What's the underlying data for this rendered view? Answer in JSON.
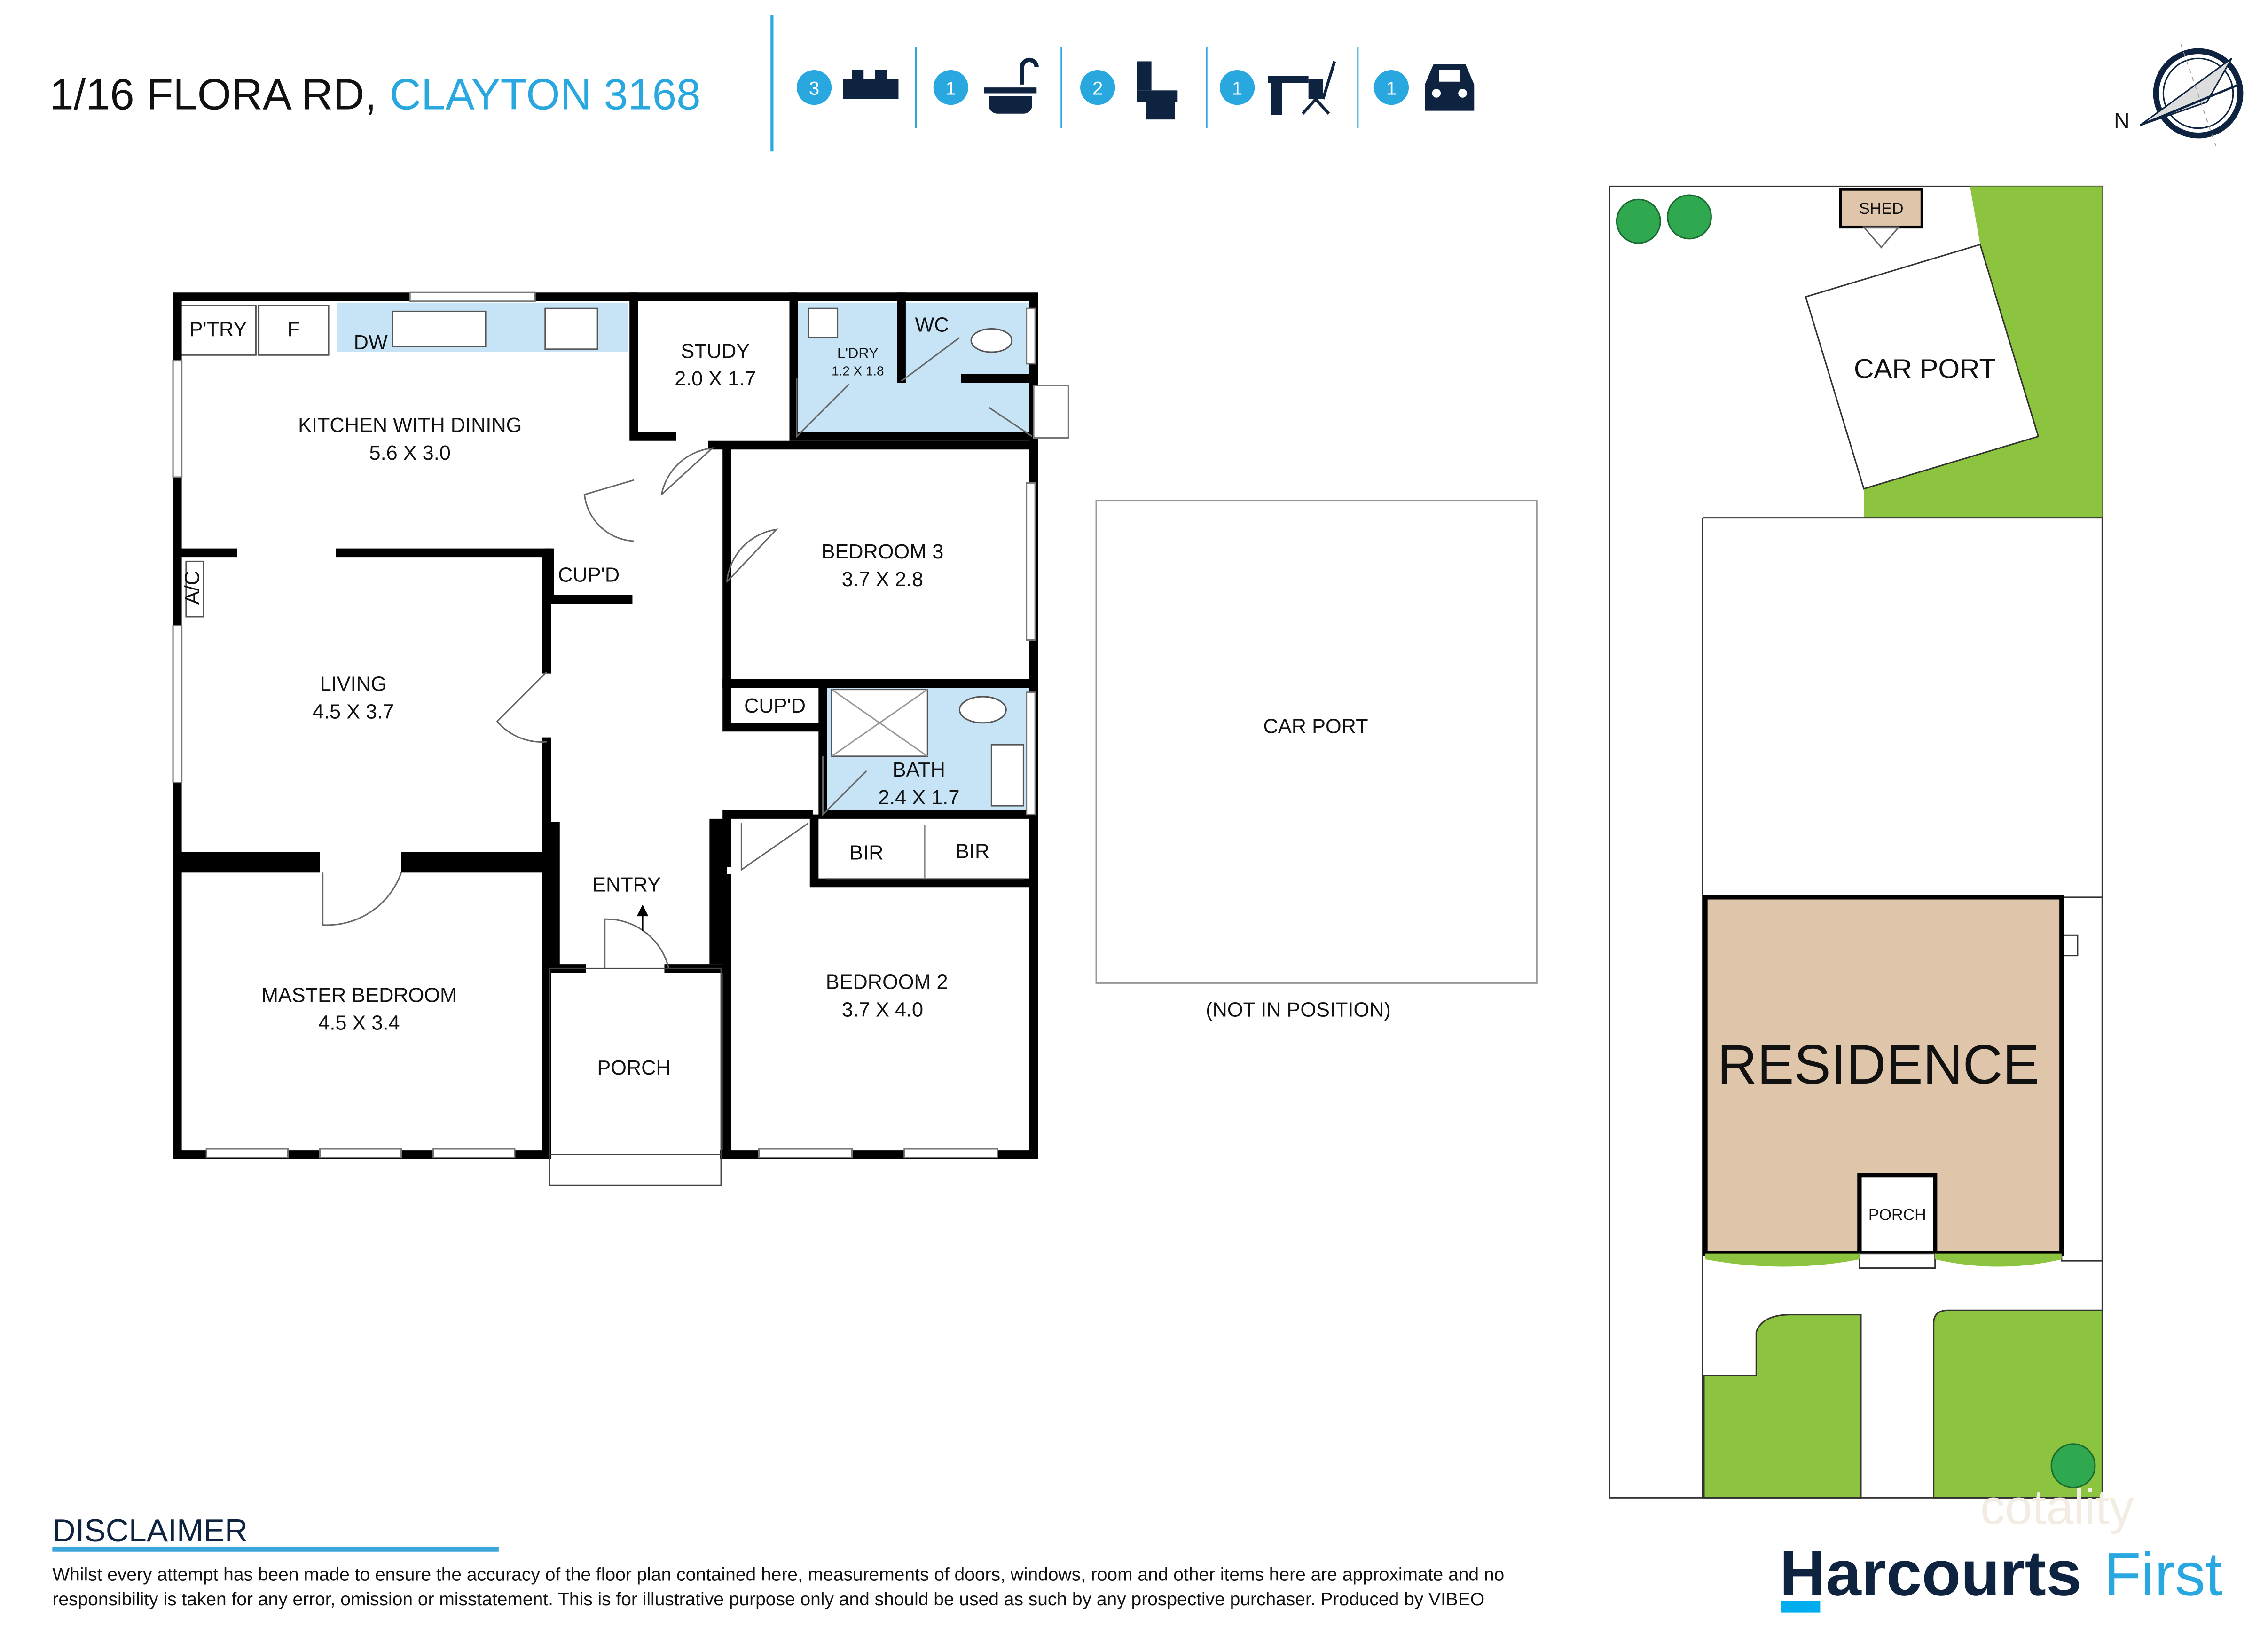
{
  "header": {
    "address": "1/16 FLORA RD,",
    "suburb": "CLAYTON 3168",
    "features": [
      {
        "count": "3",
        "icon": "bed-icon"
      },
      {
        "count": "1",
        "icon": "bath-icon"
      },
      {
        "count": "2",
        "icon": "toilet-icon"
      },
      {
        "count": "1",
        "icon": "study-desk-icon"
      },
      {
        "count": "1",
        "icon": "car-icon"
      }
    ],
    "compass_label": "N"
  },
  "floorplan": {
    "rooms": {
      "pantry": "P'TRY",
      "fridge": "F",
      "dishwasher": "DW",
      "kitchen": {
        "name": "KITCHEN WITH DINING",
        "size": "5.6 X 3.0"
      },
      "study": {
        "name": "STUDY",
        "size": "2.0 X 1.7"
      },
      "laundry": {
        "name": "L'DRY",
        "size": "1.2 X 1.8"
      },
      "wc": "WC",
      "ac": "A/C",
      "cupd1": "CUP'D",
      "cupd2": "CUP'D",
      "bedroom3": {
        "name": "BEDROOM 3",
        "size": "3.7 X 2.8"
      },
      "living": {
        "name": "LIVING",
        "size": "4.5 X 3.7"
      },
      "bath": {
        "name": "BATH",
        "size": "2.4 X 1.7"
      },
      "bir1": "BIR",
      "bir2": "BIR",
      "entry": "ENTRY",
      "master": {
        "name": "MASTER BEDROOM",
        "size": "4.5 X 3.4"
      },
      "porch": "PORCH",
      "bedroom2": {
        "name": "BEDROOM 2",
        "size": "3.7 X 4.0"
      }
    },
    "carport": {
      "name": "CAR PORT",
      "note": "(NOT IN POSITION)"
    }
  },
  "siteplan": {
    "shed": "SHED",
    "carport": "CAR PORT",
    "residence": "RESIDENCE",
    "porch": "PORCH"
  },
  "disclaimer": {
    "title": "DISCLAIMER",
    "line1": "Whilst every attempt has been made to ensure the accuracy of the floor plan contained here, measurements of doors, windows, room and other items here are approximate and no",
    "line2": "responsibility is taken for any error, omission or misstatement. This is for illustrative purpose only and should be used as such by any prospective purchaser. Produced by VIBEO"
  },
  "branding": {
    "logo_main": "Harcourts",
    "logo_sub": "First",
    "watermark": "cotality"
  },
  "colors": {
    "accent": "#29a8e0",
    "navy": "#0e2340",
    "wet_area": "#c6e4f6",
    "lawn": "#8cc43f",
    "residence": "#dfc6ab"
  }
}
